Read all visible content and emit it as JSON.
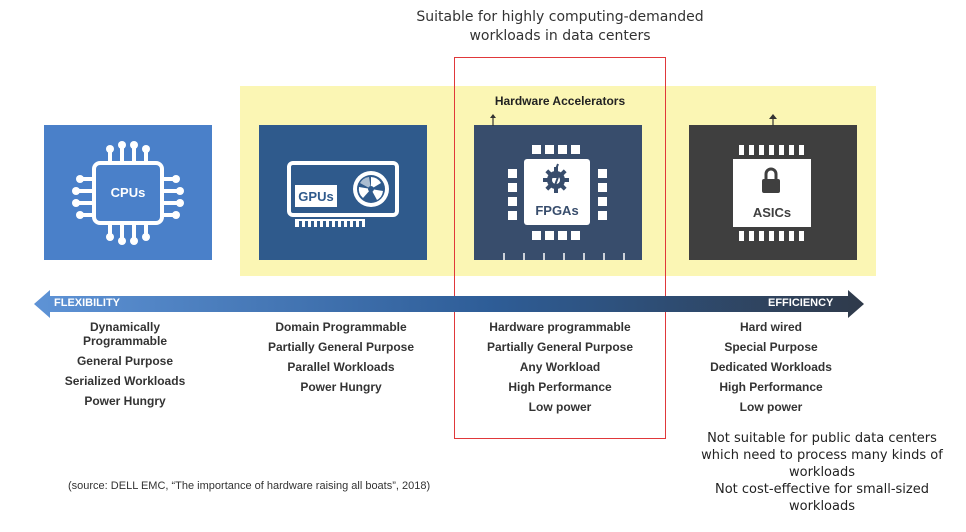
{
  "top_note": [
    "Suitable for highly computing-demanded",
    "workloads in data centers"
  ],
  "hardware_accelerators_label": "Hardware Accelerators",
  "chips": {
    "cpu": "CPUs",
    "gpu": "GPUs",
    "fpga": "FPGAs",
    "asic": "ASICs"
  },
  "axis": {
    "left_label": "FLEXIBILITY",
    "right_label": "EFFICIENCY"
  },
  "columns": {
    "cpu": [
      "Dynamically Programmable",
      "General Purpose",
      "Serialized Workloads",
      "Power Hungry"
    ],
    "gpu": [
      "Domain Programmable",
      "Partially General Purpose",
      "Parallel Workloads",
      "Power Hungry"
    ],
    "fpga": [
      "Hardware programmable",
      "Partially General Purpose",
      "Any Workload",
      "High Performance",
      "Low power"
    ],
    "asic": [
      "Hard wired",
      "Special Purpose",
      "Dedicated Workloads",
      "High Performance",
      "Low power"
    ]
  },
  "right_note": [
    "Not suitable for public data centers which need to process many kinds of workloads",
    "Not cost-effective for small-sized workloads"
  ],
  "source": "(source: DELL EMC, “The importance of hardware raising all boats”, 2018)",
  "colors": {
    "cpu_card": "#4a80c9",
    "gpu_card": "#2f5a8c",
    "fpga_card": "#384d6c",
    "asic_card": "#3f3f3f",
    "highlight_band": "#fbf6b4",
    "focus_frame": "#e0383a"
  }
}
